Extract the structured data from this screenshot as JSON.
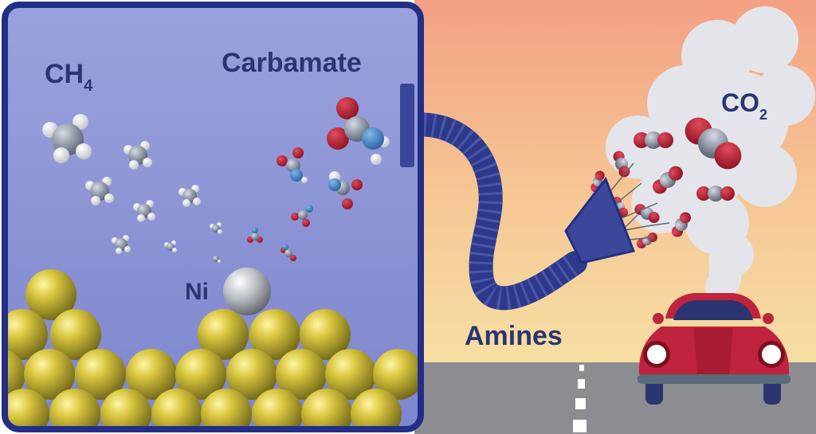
{
  "labels": {
    "methane": "CH",
    "methane_sub": "4",
    "carbamate": "Carbamate",
    "nickel": "Ni",
    "amines": "Amines",
    "co2": "CO",
    "co2_sub": "2"
  },
  "colors": {
    "panel_blue": "#8a93d6",
    "frame": "#232f86",
    "hose": "#2d3a8c",
    "sky_top": "#f2a184",
    "sky_bottom": "#f6dca0",
    "road": "#8a8b8e",
    "gold": "#c9b53a",
    "car_red": "#c0233d",
    "oxygen": "#b31a2b",
    "nitrogen": "#3d7fc4"
  }
}
